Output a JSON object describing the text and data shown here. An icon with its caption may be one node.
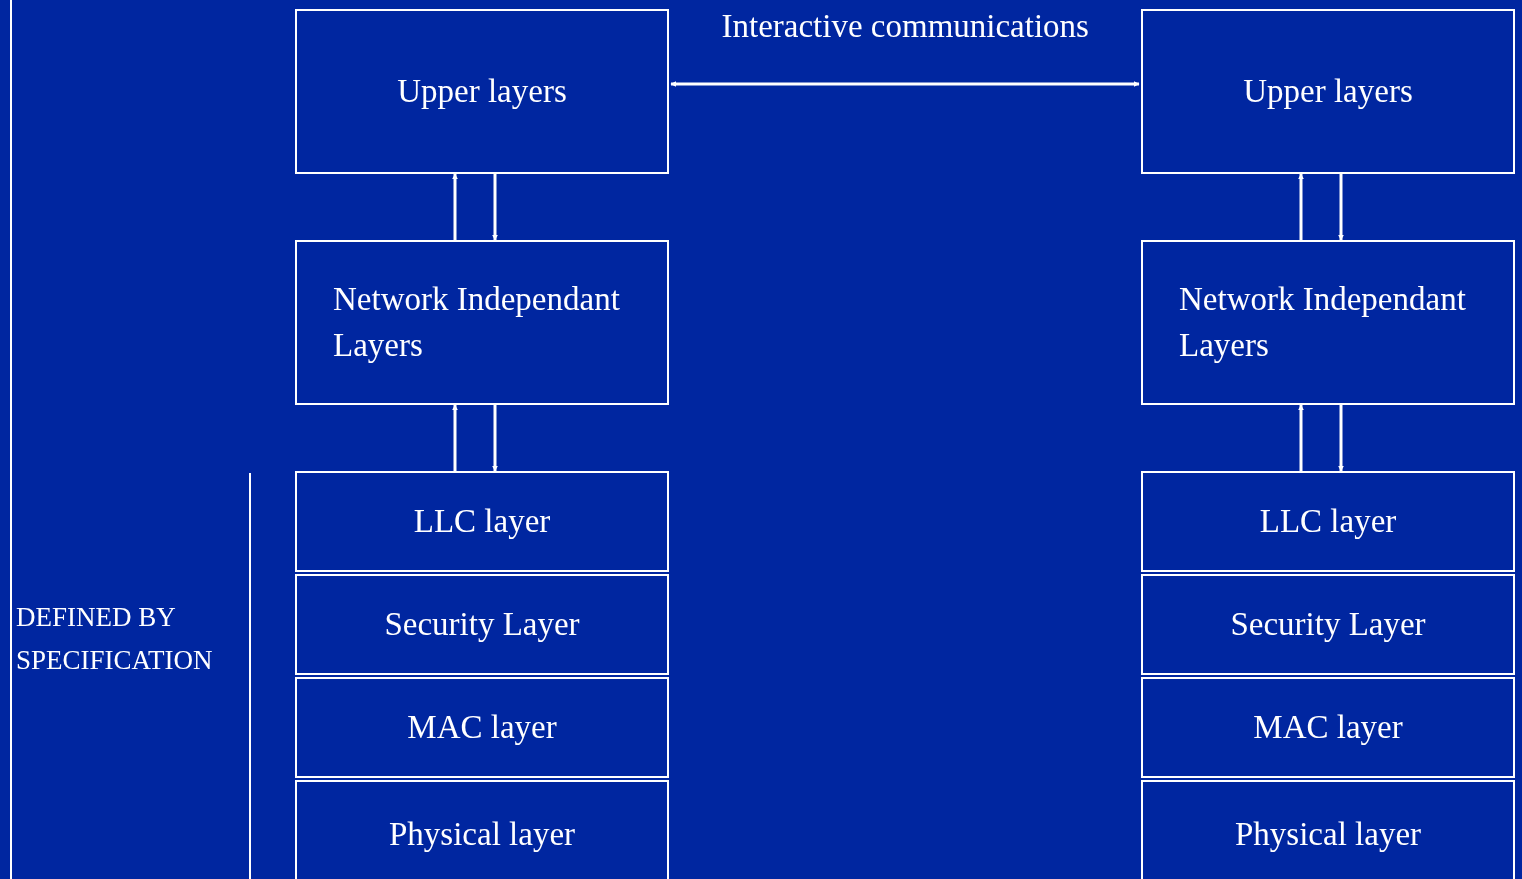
{
  "diagram": {
    "nodes": [
      {
        "text": [
          "Upper layers"
        ]
      },
      {
        "text": [
          "Network Independant Layers"
        ]
      },
      {
        "text": [
          "LLC layer"
        ]
      },
      {
        "text": [
          "Security Layer"
        ]
      },
      {
        "text": [
          "MAC layer"
        ]
      },
      {
        "text": [
          "Physical layer"
        ]
      },
      {
        "text": [
          "Upper layers"
        ]
      },
      {
        "text": [
          "Network Independant Layers"
        ]
      },
      {
        "text": [
          "LLC layer"
        ]
      },
      {
        "text": [
          "Security Layer"
        ]
      },
      {
        "text": [
          "MAC layer"
        ]
      },
      {
        "text": [
          "Physical layer"
        ]
      }
    ],
    "edges": [
      {
        "from": 0,
        "to": 6,
        "arrow": "both",
        "label": "Interactive communications"
      },
      {
        "from": 1,
        "to": 0,
        "arrow": "to"
      },
      {
        "from": 0,
        "to": 1,
        "arrow": "to"
      },
      {
        "from": 2,
        "to": 1,
        "arrow": "to"
      },
      {
        "from": 1,
        "to": 2,
        "arrow": "to"
      },
      {
        "from": 7,
        "to": 6,
        "arrow": "to"
      },
      {
        "from": 6,
        "to": 7,
        "arrow": "to"
      },
      {
        "from": 8,
        "to": 7,
        "arrow": "to"
      },
      {
        "from": 7,
        "to": 8,
        "arrow": "to"
      }
    ],
    "labels": [
      "DEFINED BY SPECIFICATION"
    ]
  }
}
